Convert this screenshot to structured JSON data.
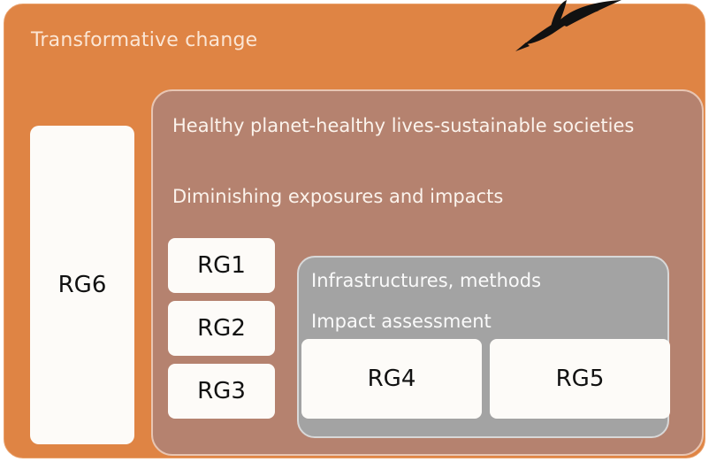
{
  "title": "Transformative change",
  "outer_box": {
    "rg6_label": "RG6"
  },
  "planet_box": {
    "line1": "Healthy planet-healthy lives-sustainable societies",
    "line2": "Diminishing exposures and impacts",
    "rg1_label": "RG1",
    "rg2_label": "RG2",
    "rg3_label": "RG3"
  },
  "infra_box": {
    "line1": "Infrastructures, methods",
    "line2": "Impact assessment",
    "rg4_label": "RG4",
    "rg5_label": "RG5"
  },
  "icons": {
    "logo": "hummingbird-icon"
  },
  "colors": {
    "outer": "#df8444",
    "planet": "#b5826f",
    "infra": "#a3a3a3",
    "box": "#fdfbf8"
  }
}
